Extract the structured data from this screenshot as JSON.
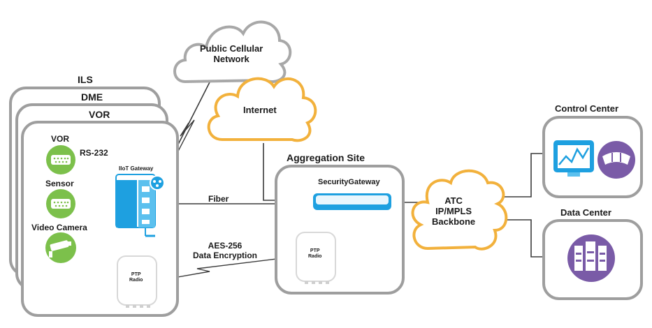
{
  "sites": {
    "ils": "ILS",
    "dme": "DME",
    "vor": "VOR"
  },
  "devices": {
    "vor": "VOR",
    "sensor": "Sensor",
    "video_camera": "Video Camera",
    "rs232": "RS-232",
    "iiot_gateway": "IIoT Gateway",
    "ptp_radio_left": "PTP\nRadio",
    "ptp_radio_right": "PTP\nRadio",
    "security_gateway": "SecurityGateway"
  },
  "clouds": {
    "public_cellular": "Public Cellular\nNetwork",
    "internet": "Internet",
    "atc_backbone": "ATC\nIP/MPLS\nBackbone"
  },
  "links": {
    "fiber": "Fiber",
    "aes": "AES-256\nData Encryption"
  },
  "aggregation_site": "Aggregation Site",
  "control_center": "Control Center",
  "data_center": "Data Center",
  "colors": {
    "box_border": "#9e9e9e",
    "cloud_gray": "#a8a8a8",
    "cloud_orange": "#f2b13c",
    "line": "#3b3b3b",
    "device_green": "#7cc04b",
    "device_blue": "#1ea0e0",
    "device_purple": "#7a5ba7"
  }
}
